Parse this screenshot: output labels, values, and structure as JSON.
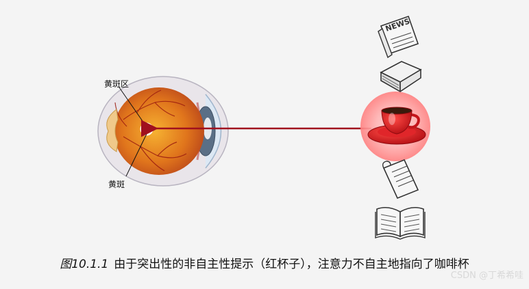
{
  "labels": {
    "macula_region": "黄斑区",
    "macula": "黄斑"
  },
  "icons": [
    "newspaper-icon",
    "book-stack-icon",
    "coffee-cup-icon",
    "notepad-icon",
    "open-book-icon"
  ],
  "caption": {
    "figure_number": "图10.1.1",
    "text": "由于突出性的非自主性提示（红杯子），注意力不自主地指向了咖啡杯"
  },
  "watermark": "CSDN @丁希希哇",
  "colors": {
    "arrow": "#a0101e",
    "cup": "#d0161c",
    "glow": "#ff9a9a"
  }
}
